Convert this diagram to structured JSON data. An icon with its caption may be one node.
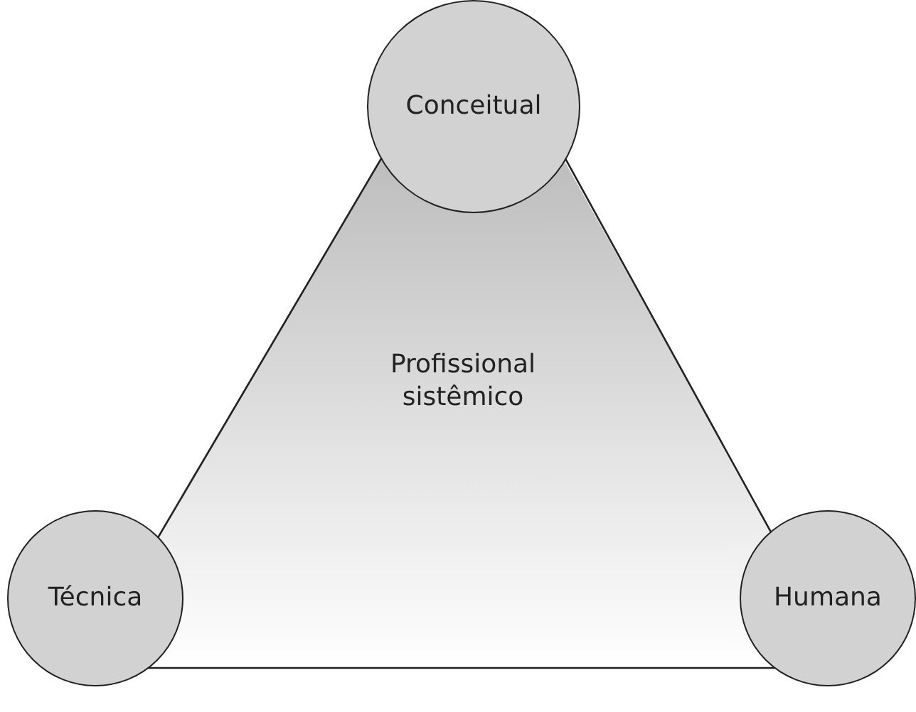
{
  "diagram": {
    "nodes": [
      {
        "text": [
          "Profissional sistêmico"
        ]
      },
      {
        "text": [
          "Conceitual"
        ]
      },
      {
        "text": [
          "Técnica"
        ]
      },
      {
        "text": [
          "Humana"
        ]
      }
    ],
    "edges": [
      {
        "from": 1,
        "to": 2,
        "arrow": "none"
      },
      {
        "from": 1,
        "to": 3,
        "arrow": "none"
      },
      {
        "from": 2,
        "to": 3,
        "arrow": "none"
      }
    ]
  }
}
